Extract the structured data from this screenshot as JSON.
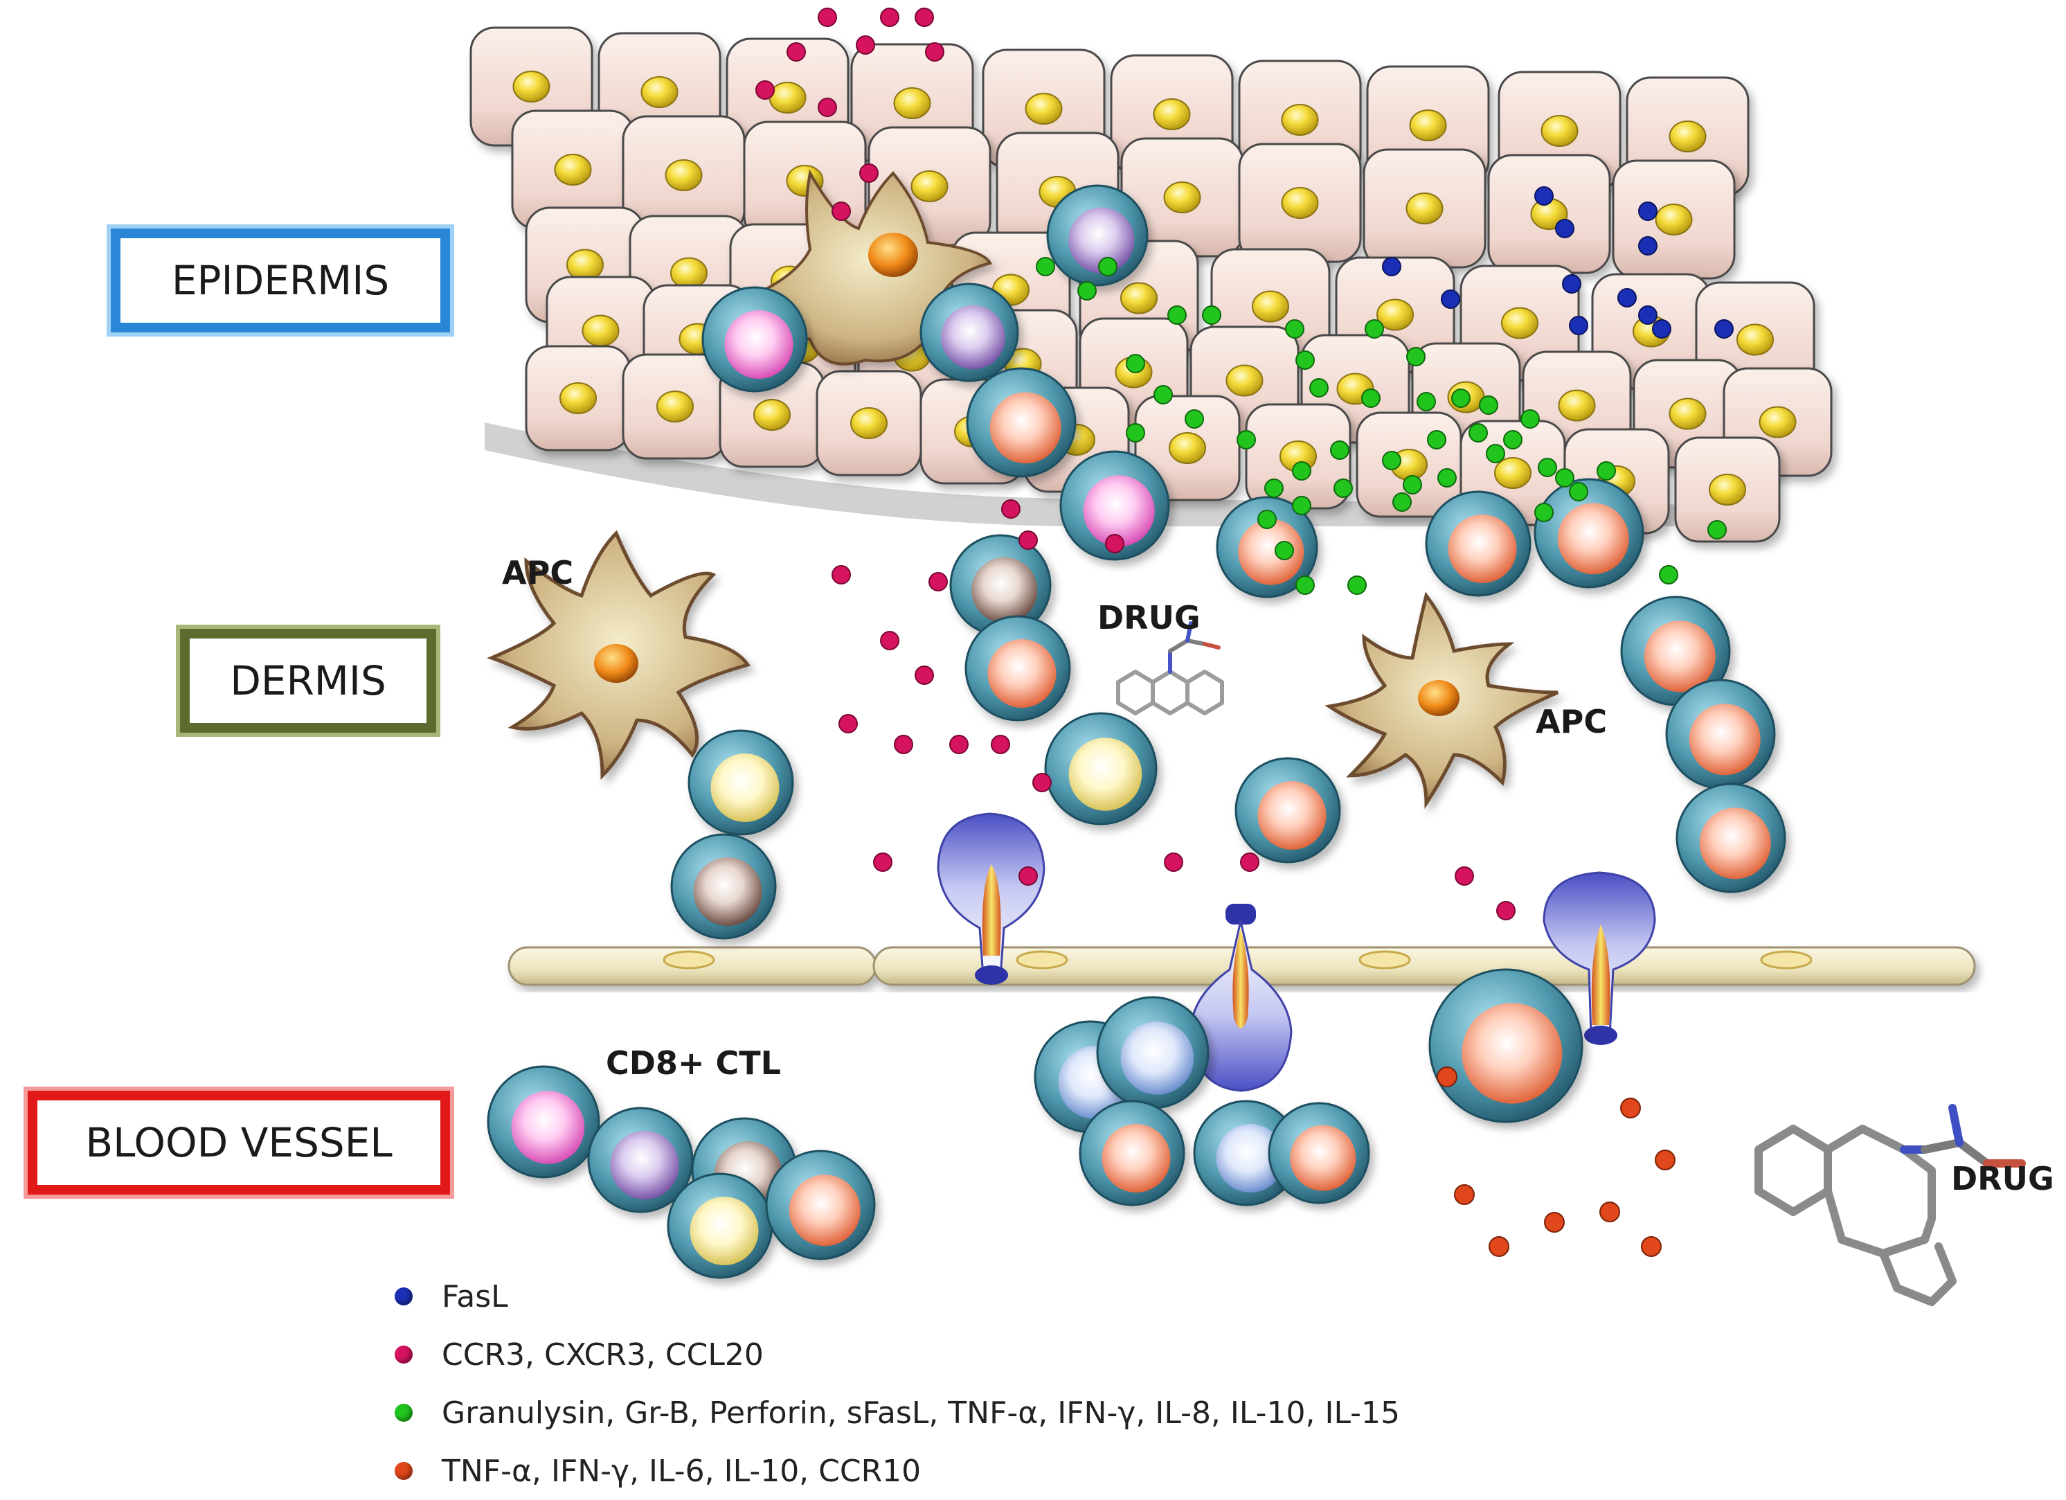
{
  "regions": {
    "epidermis": "EPIDERMIS",
    "dermis": "DERMIS",
    "blood_vessel": "BLOOD VESSEL"
  },
  "cell_labels": {
    "apc_left": "APC",
    "apc_right": "APC",
    "drug_dermis": "DRUG",
    "drug_blood": "DRUG",
    "cd8": "CD8+ CTL"
  },
  "legend": [
    {
      "color": "#1a2fb5",
      "text": "FasL"
    },
    {
      "color": "#d6135f",
      "text": "CCR3, CXCR3, CCL20"
    },
    {
      "color": "#22c41e",
      "text": "Granulysin, Gr-B, Perforin, sFasL, TNF-α, IFN-γ, IL-8, IL-10, IL-15"
    },
    {
      "color": "#e0471a",
      "text": "TNF-α, IFN-γ, IL-6, IL-10, CCR10"
    }
  ],
  "colors": {
    "keratinocyte": "#f3dcd6",
    "nucleus": "#f2d23a",
    "vessel": "#efe8c4",
    "tcell_shell": "#4f98ad"
  }
}
